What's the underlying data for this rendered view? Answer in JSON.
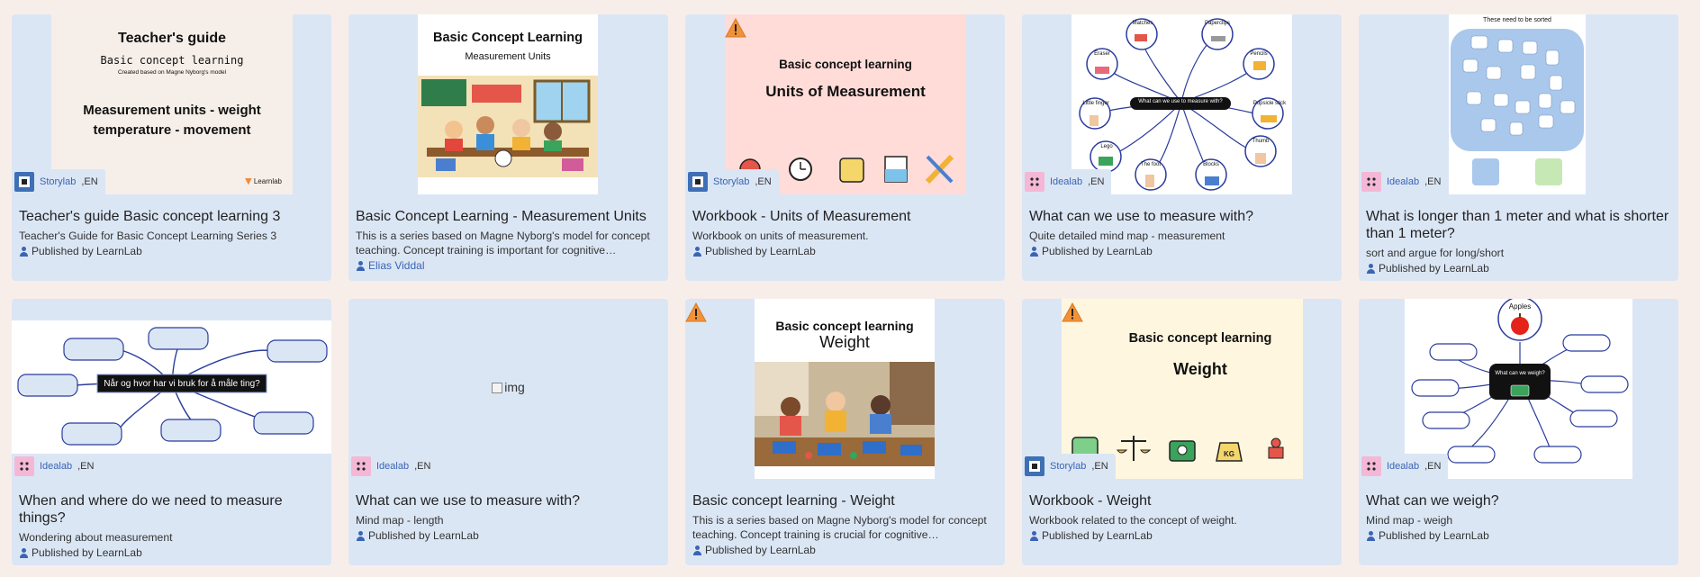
{
  "cards": [
    {
      "title": "Teacher's guide Basic concept learning 3",
      "desc": "Teacher's Guide for Basic Concept Learning Series 3",
      "author": "Published by LearnLab",
      "source": "Storylab",
      "lang": ",EN",
      "thumb": {
        "line1": "Teacher's guide",
        "line2": "Basic concept learning",
        "line3": "Created based on Magne Nyborg's model",
        "line4": "Measurement units - weight temperature - movement",
        "brand": "Learnlab"
      }
    },
    {
      "title": "Basic Concept Learning - Measurement Units",
      "desc": "This is a series based on Magne Nyborg's model for concept teaching. Concept training is important for cognitive…",
      "author": "Elias Viddal",
      "thumb": {
        "line1": "Basic Concept Learning",
        "line2": "Measurement Units"
      }
    },
    {
      "title": "Workbook - Units of Measurement",
      "desc": "Workbook on units of measurement.",
      "author": "Published by LearnLab",
      "source": "Storylab",
      "lang": ",EN",
      "thumb": {
        "line1": "Basic concept learning",
        "line2": "Units of Measurement"
      }
    },
    {
      "title": "What can we use to measure with?",
      "desc": "Quite detailed mind map - measurement",
      "author": "Published by LearnLab",
      "source": "Idealab",
      "lang": ",EN",
      "thumb": {
        "center": "What can we use to measure with?",
        "labels": [
          "Matches",
          "Paperclips",
          "Eraser",
          "Pencils",
          "Little finger",
          "Popsicle stick",
          "Lego",
          "Thumb",
          "The foot",
          "Blocks"
        ]
      }
    },
    {
      "title": "What is longer than 1 meter and what is shorter than 1 meter?",
      "desc": "sort and argue for long/short",
      "author": "Published by LearnLab",
      "source": "Idealab",
      "lang": ",EN",
      "thumb": {
        "line1": "These need to be sorted"
      }
    },
    {
      "title": "When and where do we need to measure things?",
      "desc": "Wondering about measurement",
      "author": "Published by LearnLab",
      "source": "Idealab",
      "lang": ",EN",
      "thumb": {
        "center": "Når og hvor har vi bruk for å måle ting?"
      }
    },
    {
      "title": "What can we use to measure with?",
      "desc": "Mind map - length",
      "author": "Published by LearnLab",
      "source": "Idealab",
      "lang": ",EN",
      "thumb": {
        "alt": "img"
      }
    },
    {
      "title": "Basic concept learning - Weight",
      "desc": "This is a series based on Magne Nyborg's model for concept teaching. Concept training is crucial for cognitive…",
      "author": "Published by LearnLab",
      "thumb": {
        "line1": "Basic concept learning",
        "line2": "Weight"
      }
    },
    {
      "title": "Workbook - Weight",
      "desc": "Workbook related to the concept of weight.",
      "author": "Published by LearnLab",
      "source": "Storylab",
      "lang": ",EN",
      "thumb": {
        "line1": "Basic concept learning",
        "line2": "Weight",
        "kg": "KG"
      }
    },
    {
      "title": "What can we weigh?",
      "desc": "Mind map - weigh",
      "author": "Published by LearnLab",
      "source": "Idealab",
      "lang": ",EN",
      "thumb": {
        "top": "Apples",
        "center": "What can we weigh?"
      }
    }
  ]
}
